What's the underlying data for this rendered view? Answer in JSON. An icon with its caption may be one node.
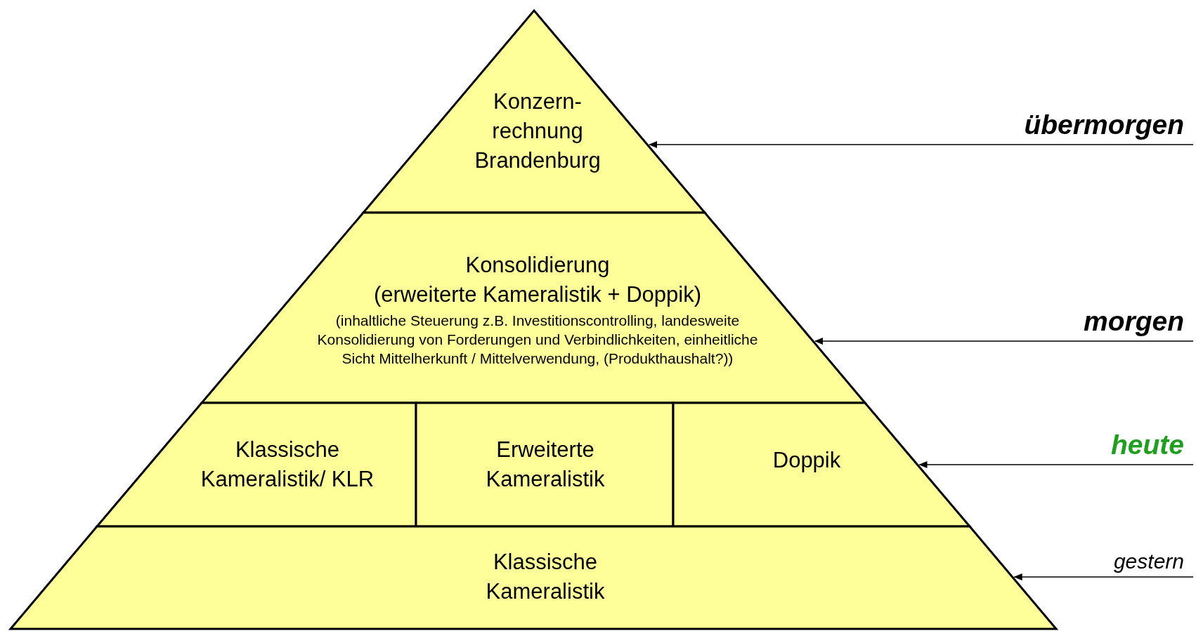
{
  "diagram": {
    "nodes": [
      {
        "text": [
          "Konzern- rechnung Brandenburg"
        ]
      },
      {
        "text": [
          "Konsolidierung",
          "(erweiterte Kameralistik + Doppik)",
          "(inhaltliche Steuerung z.B. Investitionscontrolling, landesweite Konsolidierung von Forderungen und Verbindlichkeiten, einheitliche Sicht Mittelherkunft / Mittelverwendung, (Produkthaushalt?))"
        ]
      },
      {
        "text": [
          "Klassische Kameralistik/ KLR"
        ]
      },
      {
        "text": [
          "Erweiterte Kameralistik"
        ]
      },
      {
        "text": [
          "Doppik"
        ]
      },
      {
        "text": [
          "Klassische Kameralistik"
        ]
      },
      {
        "text": [
          "übermorgen"
        ]
      },
      {
        "text": [
          "morgen"
        ]
      },
      {
        "text": [
          "heute"
        ]
      },
      {
        "text": [
          "gestern"
        ]
      }
    ],
    "edges": [
      {
        "from": 6,
        "to": 0,
        "arrow": "to"
      },
      {
        "from": 7,
        "to": 1,
        "arrow": "to"
      },
      {
        "from": 8,
        "to": 4,
        "arrow": "to"
      },
      {
        "from": 9,
        "to": 5,
        "arrow": "to"
      }
    ]
  }
}
